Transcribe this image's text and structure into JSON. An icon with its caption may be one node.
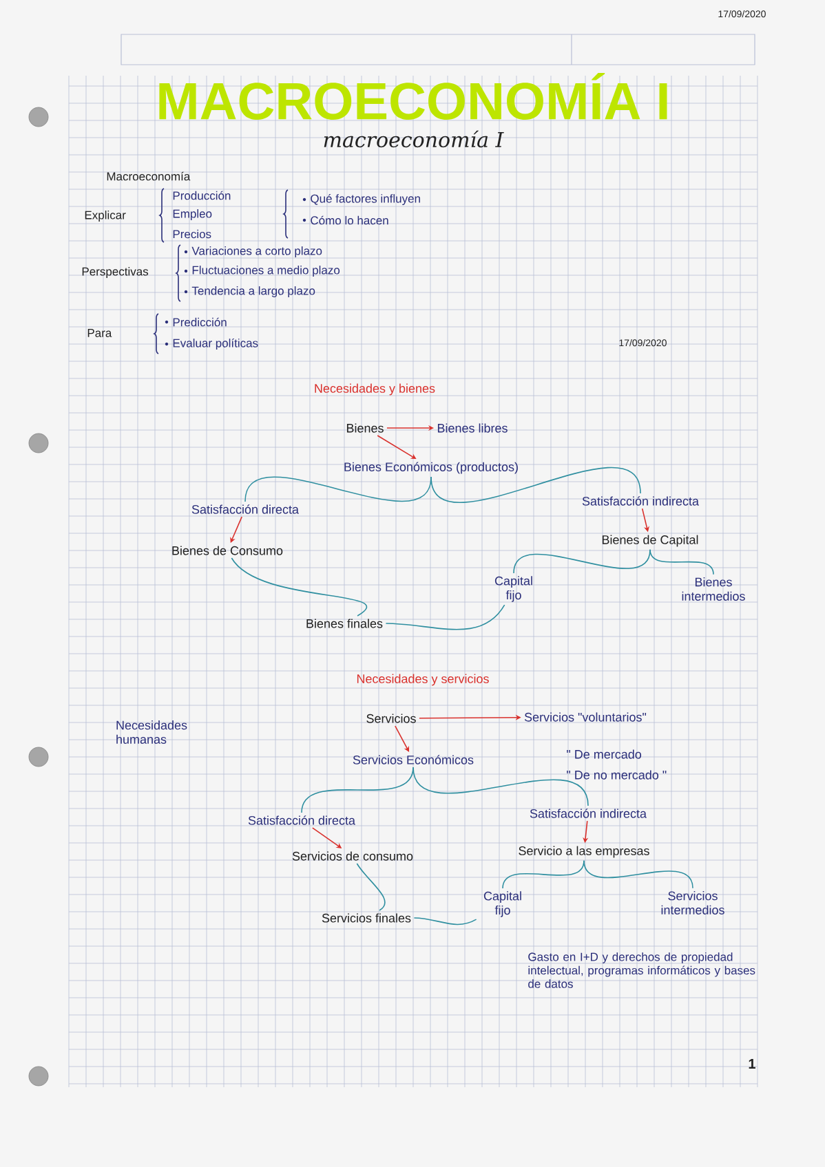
{
  "diagram": {
    "title": "MACROECONOMÍA I",
    "nodes": [
      {
        "text": [
          "Bienes"
        ]
      },
      {
        "text": [
          "Bienes libres"
        ]
      },
      {
        "text": [
          "Bienes Económicos (productos)"
        ]
      },
      {
        "text": [
          "Satisfacción directa"
        ]
      },
      {
        "text": [
          "Satisfacción indirecta"
        ]
      },
      {
        "text": [
          "Bienes de Consumo"
        ]
      },
      {
        "text": [
          "Bienes de Capital"
        ]
      },
      {
        "text": [
          "Capital fijo"
        ]
      },
      {
        "text": [
          "Bienes intermedios"
        ]
      },
      {
        "text": [
          "Bienes finales"
        ]
      },
      {
        "text": [
          "Servicios"
        ]
      },
      {
        "text": [
          "Servicios \"voluntarios\""
        ]
      },
      {
        "text": [
          "Servicios Económicos"
        ]
      },
      {
        "text": [
          "Satisfacción directa"
        ]
      },
      {
        "text": [
          "Satisfacción indirecta"
        ]
      },
      {
        "text": [
          "Servicios de consumo"
        ]
      },
      {
        "text": [
          "Servicio a las empresas"
        ]
      },
      {
        "text": [
          "Capital fijo"
        ]
      },
      {
        "text": [
          "Servicios intermedios"
        ]
      },
      {
        "text": [
          "Servicios finales"
        ]
      }
    ],
    "edges": [
      {
        "from": 0,
        "to": 1,
        "arrow": "to",
        "color": "#d9302c"
      },
      {
        "from": 0,
        "to": 2,
        "arrow": "to",
        "color": "#d9302c"
      },
      {
        "from": 2,
        "to": 3,
        "arrow": "none"
      },
      {
        "from": 2,
        "to": 4,
        "arrow": "none"
      },
      {
        "from": 3,
        "to": 5,
        "arrow": "to",
        "color": "#d9302c"
      },
      {
        "from": 4,
        "to": 6,
        "arrow": "to",
        "color": "#d9302c"
      },
      {
        "from": 6,
        "to": 7,
        "arrow": "none"
      },
      {
        "from": 6,
        "to": 8,
        "arrow": "none"
      },
      {
        "from": 5,
        "to": 9,
        "arrow": "none"
      },
      {
        "from": 7,
        "to": 9,
        "arrow": "none"
      },
      {
        "from": 10,
        "to": 11,
        "arrow": "to",
        "color": "#d9302c"
      },
      {
        "from": 10,
        "to": 12,
        "arrow": "to",
        "color": "#d9302c"
      },
      {
        "from": 12,
        "to": 13,
        "arrow": "none"
      },
      {
        "from": 12,
        "to": 14,
        "arrow": "none"
      },
      {
        "from": 13,
        "to": 15,
        "arrow": "to",
        "color": "#d9302c"
      },
      {
        "from": 14,
        "to": 16,
        "arrow": "to",
        "color": "#d9302c"
      },
      {
        "from": 16,
        "to": 17,
        "arrow": "none"
      },
      {
        "from": 16,
        "to": 18,
        "arrow": "none"
      },
      {
        "from": 15,
        "to": 19,
        "arrow": "none"
      },
      {
        "from": 17,
        "to": 19,
        "arrow": "none"
      }
    ],
    "labels": [
      "17/09/2020",
      "macroeconomía I",
      "Macroeconomía",
      "Producción",
      "Explicar",
      "Empleo",
      "Precios",
      "Qué factores influyen",
      "Cómo lo hacen",
      "Variaciones a corto plazo",
      "Perspectivas",
      "Fluctuaciones a medio plazo",
      "Tendencia a largo plazo",
      "Para",
      "Predicción",
      "Evaluar políticas",
      "17/09/2020",
      "Necesidades y bienes",
      "Necesidades y servicios",
      "Necesidades humanas",
      "\" De mercado",
      "\" De no mercado \"",
      "Gasto en I+D y derechos de propiedad intelectual, programas informáticos y bases de datos",
      "1"
    ]
  }
}
